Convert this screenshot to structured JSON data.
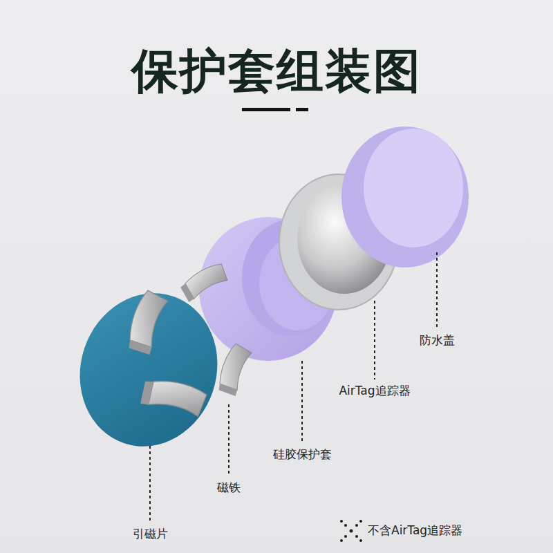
{
  "diagram": {
    "title": "保护套组装图",
    "labels": [
      "防水盖",
      "AirTag追踪器",
      "硅胶保护套",
      "磁铁",
      "引磁片",
      "不含AirTag追踪器"
    ]
  }
}
